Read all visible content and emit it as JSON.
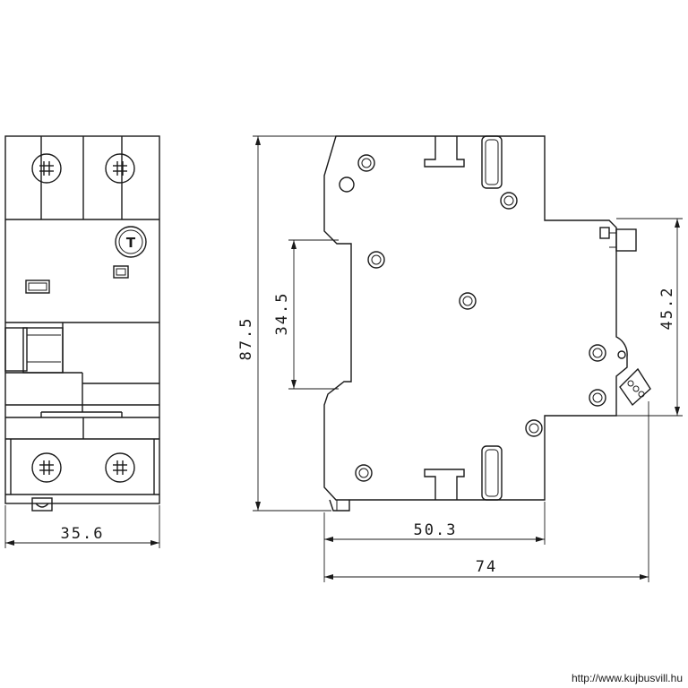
{
  "diagram": {
    "front_view": {
      "width_label": "35.6",
      "test_button_letter": "T"
    },
    "side_view": {
      "height_label": "87.5",
      "rail_label": "34.5",
      "front_height_label": "45.2",
      "depth_label": "50.3",
      "total_depth_label": "74"
    }
  },
  "footer": {
    "url": "http://www.kujbusvill.hu"
  }
}
